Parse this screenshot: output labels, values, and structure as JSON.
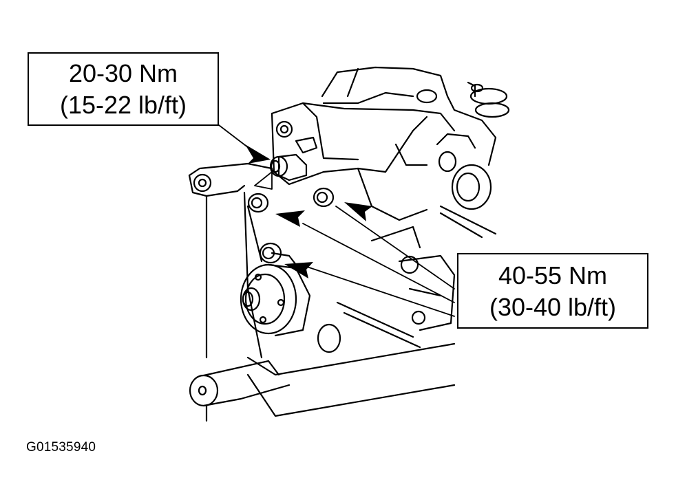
{
  "callouts": [
    {
      "line1": "20-30 Nm",
      "line2": "(15-22 lb/ft)"
    },
    {
      "line1": "40-55 Nm",
      "line2": "(30-40 lb/ft)"
    }
  ],
  "figure_id": "G01535940",
  "colors": {
    "ink": "#000000",
    "background": "#ffffff"
  }
}
